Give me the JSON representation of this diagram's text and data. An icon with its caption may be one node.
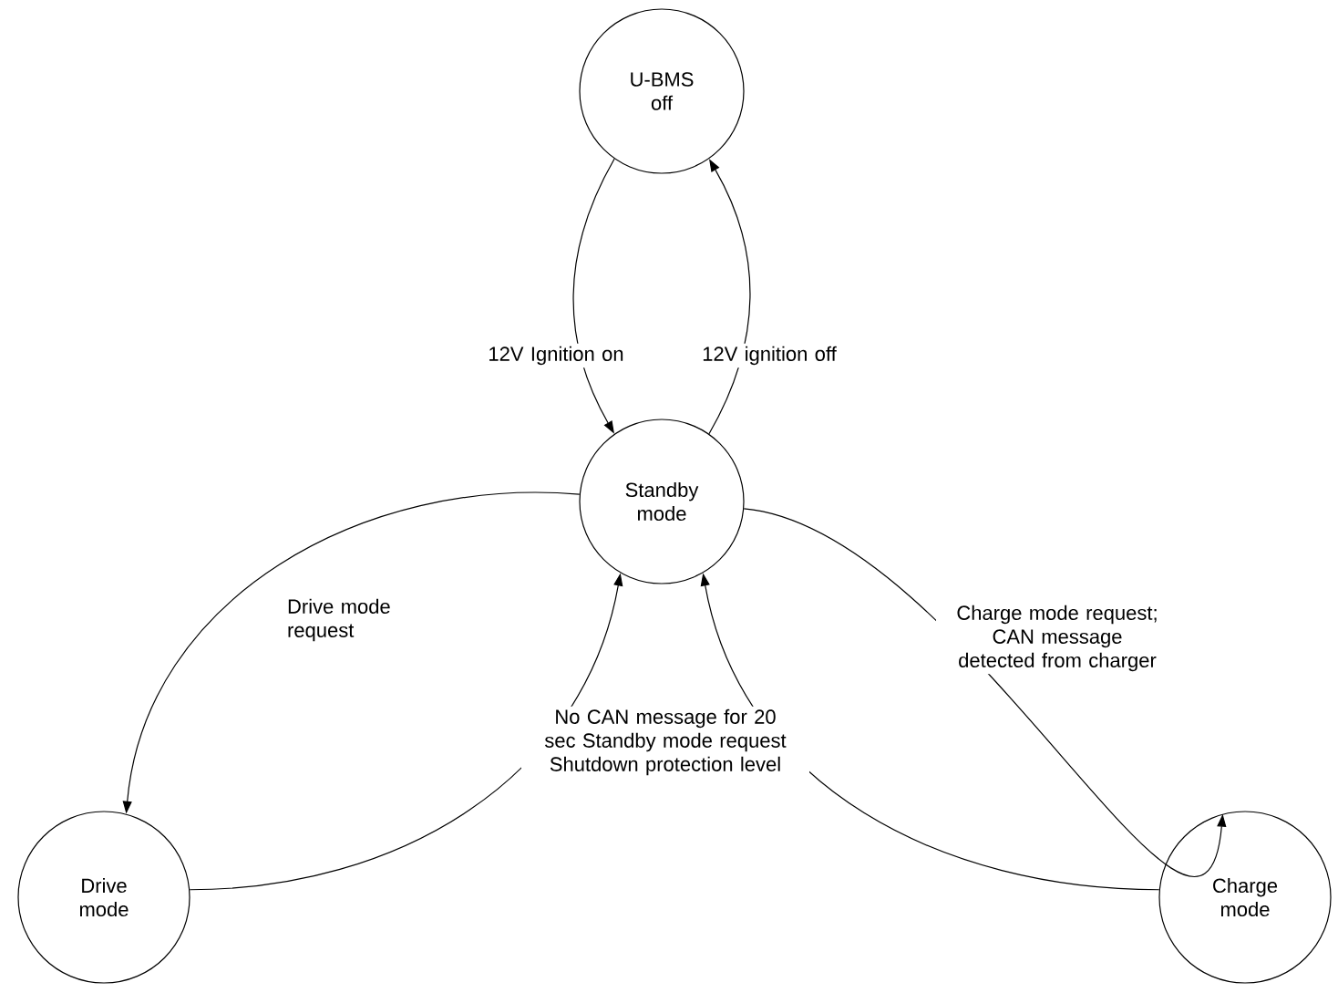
{
  "diagram": {
    "nodes": [
      {
        "text": [
          "U-BMS off"
        ]
      },
      {
        "text": [
          "Standby mode"
        ]
      },
      {
        "text": [
          "Drive mode"
        ]
      },
      {
        "text": [
          "Charge mode"
        ]
      }
    ],
    "edges": [
      {
        "from": 0,
        "to": 1,
        "arrow": "to",
        "label": "12V Ignition on"
      },
      {
        "from": 1,
        "to": 0,
        "arrow": "to",
        "label": "12V ignition off"
      },
      {
        "from": 1,
        "to": 2,
        "arrow": "to",
        "label": "Drive mode request"
      },
      {
        "from": 1,
        "to": 3,
        "arrow": "to",
        "label": "Charge mode request; CAN message detected from charger"
      },
      {
        "from": 2,
        "to": 1,
        "arrow": "to",
        "label": "No CAN message for 20 sec Standby mode request Shutdown protection level"
      },
      {
        "from": 3,
        "to": 1,
        "arrow": "to"
      }
    ]
  }
}
